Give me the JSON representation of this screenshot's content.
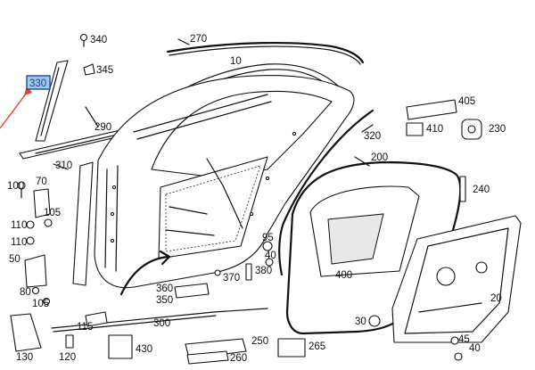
{
  "callouts": [
    {
      "key": "c340",
      "text": "340"
    },
    {
      "key": "c345",
      "text": "345"
    },
    {
      "key": "c270",
      "text": "270"
    },
    {
      "key": "c10",
      "text": "10"
    },
    {
      "key": "c330",
      "text": "330"
    },
    {
      "key": "c290",
      "text": "290"
    },
    {
      "key": "c405",
      "text": "405"
    },
    {
      "key": "c410",
      "text": "410"
    },
    {
      "key": "c230",
      "text": "230"
    },
    {
      "key": "c320",
      "text": "320"
    },
    {
      "key": "c310",
      "text": "310"
    },
    {
      "key": "c200",
      "text": "200"
    },
    {
      "key": "c100",
      "text": "100"
    },
    {
      "key": "c70",
      "text": "70"
    },
    {
      "key": "c105a",
      "text": "105"
    },
    {
      "key": "c240",
      "text": "240"
    },
    {
      "key": "c110a",
      "text": "110"
    },
    {
      "key": "c110b",
      "text": "110"
    },
    {
      "key": "c50",
      "text": "50"
    },
    {
      "key": "c95",
      "text": "95"
    },
    {
      "key": "c40",
      "text": "40"
    },
    {
      "key": "c380",
      "text": "380"
    },
    {
      "key": "c370",
      "text": "370"
    },
    {
      "key": "c400",
      "text": "400"
    },
    {
      "key": "c80",
      "text": "80"
    },
    {
      "key": "c105b",
      "text": "105"
    },
    {
      "key": "c360",
      "text": "360"
    },
    {
      "key": "c350",
      "text": "350"
    },
    {
      "key": "c20",
      "text": "20"
    },
    {
      "key": "c115",
      "text": "115"
    },
    {
      "key": "c300",
      "text": "300"
    },
    {
      "key": "c30",
      "text": "30"
    },
    {
      "key": "c430",
      "text": "430"
    },
    {
      "key": "c250",
      "text": "250"
    },
    {
      "key": "c265",
      "text": "265"
    },
    {
      "key": "c45",
      "text": "45"
    },
    {
      "key": "c40b",
      "text": "40"
    },
    {
      "key": "c130",
      "text": "130"
    },
    {
      "key": "c120",
      "text": "120"
    },
    {
      "key": "c260",
      "text": "260"
    }
  ],
  "highlight": {
    "text": "330",
    "fill": "#9fc7ea",
    "border": "#1f4e9a"
  },
  "arrow_color": "#e0442a"
}
